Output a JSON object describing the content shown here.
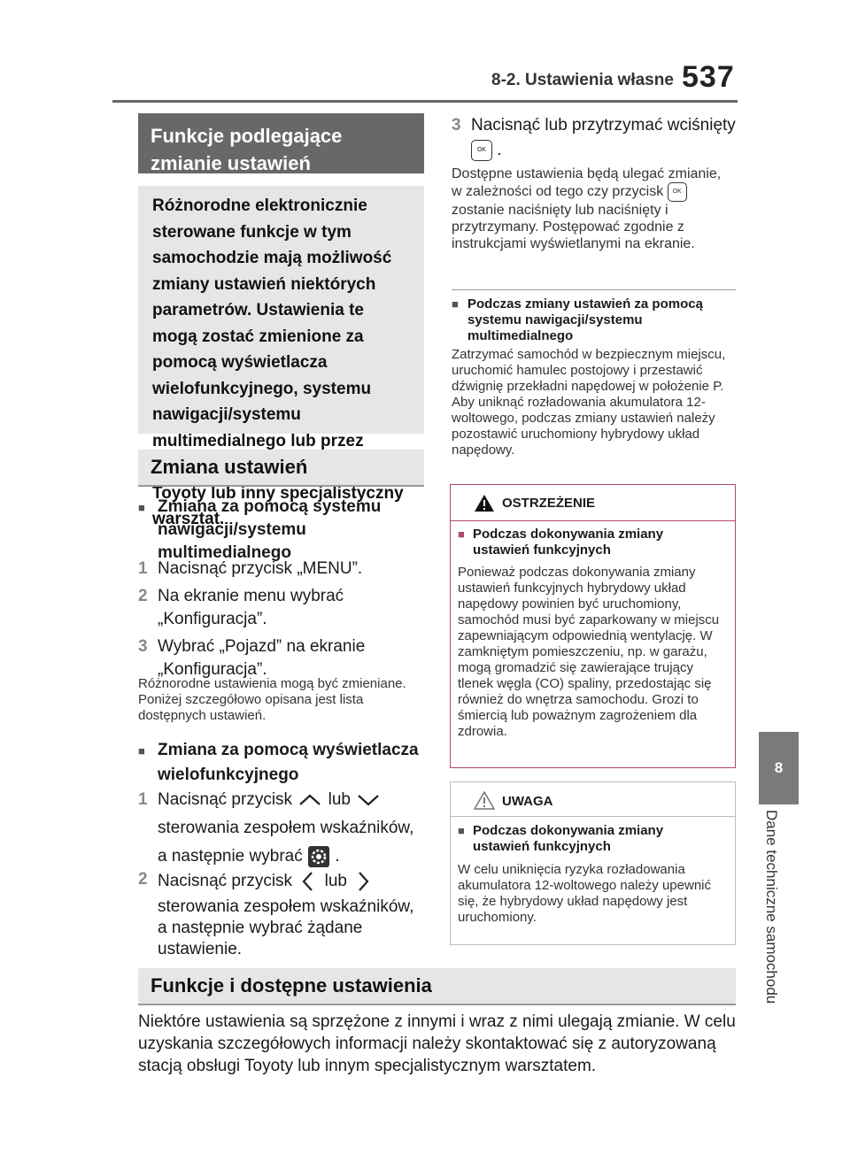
{
  "header": {
    "section": "8-2. Ustawienia własne",
    "page": "537"
  },
  "side": {
    "tab": "8",
    "label": "Dane techniczne samochodu"
  },
  "left": {
    "heading1": "Funkcje podlegające zmianie ustawień",
    "intro": "Różnorodne elektronicznie sterowane funkcje w tym samochodzie mają możliwość zmiany ustawień niektórych parametrów. Ustawienia te mogą zostać zmienione za pomocą wyświetlacza wielofunkcyjnego, systemu nawigacji/systemu multimedialnego lub przez autoryzowaną stację obsługi Toyoty lub inny specjalistyczny warsztat.",
    "heading2": "Zmiana ustawień",
    "sub1": "Zmiana za pomocą systemu nawigacji/systemu multimedialnego",
    "steps1": [
      {
        "n": "1",
        "text": "Nacisnąć przycisk „MENU”."
      },
      {
        "n": "2",
        "text": "Na ekranie menu wybrać „Konfiguracja”."
      },
      {
        "n": "3",
        "text": "Wybrać „Pojazd” na ekranie „Konfiguracja”."
      }
    ],
    "note1": "Różnorodne ustawienia mogą być zmieniane. Poniżej szczegółowo opisana jest lista dostępnych ustawień.",
    "sub2": "Zmiana za pomocą wyświetlacza wielofunkcyjnego",
    "step2_1": {
      "n": "1",
      "a": "Nacisnąć przycisk",
      "lub": "lub",
      "b": "sterowania zespołem wskaźników,",
      "c": "a następnie wybrać",
      "end": "."
    },
    "step2_2": {
      "n": "2",
      "a": "Nacisnąć przycisk",
      "lub": "lub",
      "b": "sterowania zespołem wskaźników, a następnie wybrać żądane ustawienie."
    }
  },
  "right": {
    "step3": {
      "n": "3",
      "a": "Nacisnąć lub przytrzymać wciśnięty",
      "end": "."
    },
    "para1a": "Dostępne ustawienia będą ulegać zmianie, w zależności od tego czy przycisk",
    "para1b": "zostanie naciśnięty lub naciśnięty i przytrzymany. Postępować zgodnie z instrukcjami wyświetlanymi na ekranie.",
    "info_head": "Podczas zmiany ustawień za pomocą systemu nawigacji/systemu multimedialnego",
    "info_text": "Zatrzymać samochód w bezpiecznym miejscu, uruchomić hamulec postojowy i przestawić dźwignię przekładni napędowej w położenie P. Aby uniknąć rozładowania akumulatora 12-woltowego, podczas zmiany ustawień należy pozostawić uruchomiony hybrydowy układ napędowy.",
    "warning": {
      "title": "OSTRZEŻENIE",
      "head": "Podczas dokonywania zmiany ustawień funkcyjnych",
      "text": "Ponieważ podczas dokonywania zmiany ustawień funkcyjnych hybrydowy układ napędowy powinien być uruchomiony, samochód musi być zaparkowany w miejscu zapewniającym odpowiednią wentylację. W zamkniętym pomieszczeniu, np. w garażu, mogą gromadzić się zawierające trujący tlenek węgla (CO) spaliny, przedostając się również do wnętrza samochodu. Grozi to śmiercią lub poważnym zagrożeniem dla zdrowia."
    },
    "notice": {
      "title": "UWAGA",
      "head": "Podczas dokonywania zmiany ustawień funkcyjnych",
      "text": "W celu uniknięcia ryzyka rozładowania akumulatora 12-woltowego należy upewnić się, że hybrydowy układ napędowy jest uruchomiony."
    }
  },
  "bottom": {
    "heading": "Funkcje i dostępne ustawienia",
    "text": "Niektóre ustawienia są sprzężone z innymi i wraz z nimi ulegają zmianie. W celu uzyskania szczegółowych informacji należy skontaktować się z autoryzowaną stacją obsługi Toyoty lub innym specjalistycznym warsztatem."
  },
  "icons": {
    "warning": "warning-triangle-icon",
    "notice": "notice-triangle-icon",
    "up": "chevron-up-icon",
    "down": "chevron-down-icon",
    "left": "chevron-left-icon",
    "right": "chevron-right-icon",
    "gear": "settings-gear-icon",
    "ok": "ok-button-icon"
  },
  "colors": {
    "heading_dark": "#686868",
    "heading_grey": "#e6e6e6",
    "warning_border": "#b04a6a",
    "side_tab": "#7a7a7a"
  }
}
